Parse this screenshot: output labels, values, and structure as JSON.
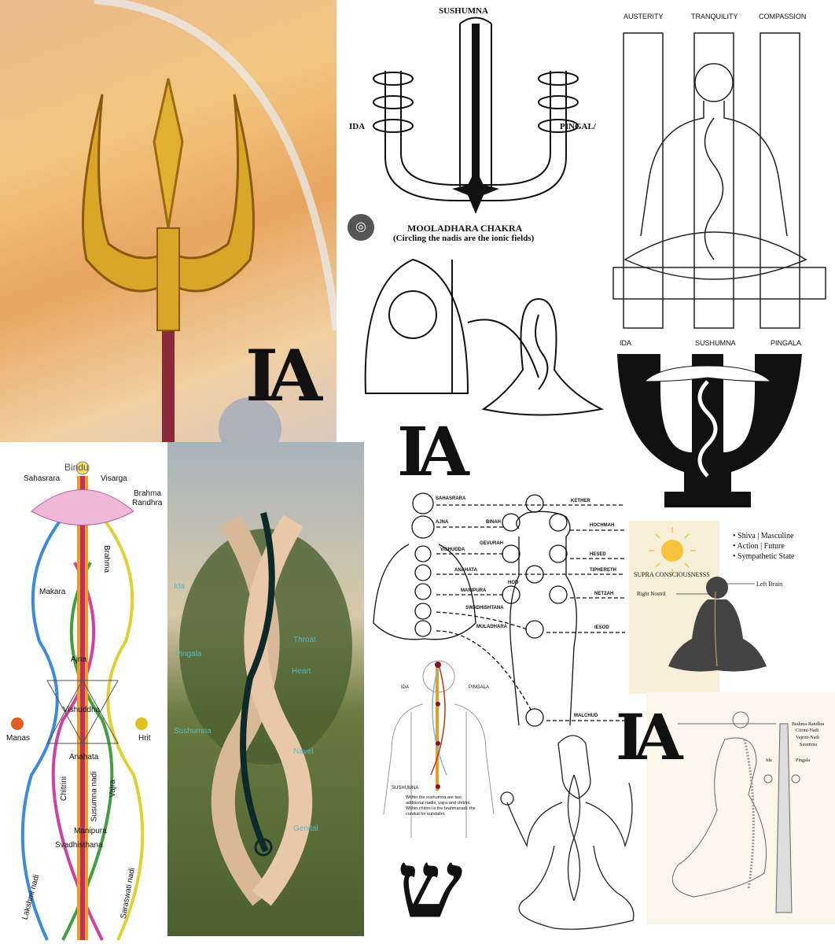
{
  "trident": {
    "logo": "IA"
  },
  "sushumna_diagram": {
    "title": "SUSHUMNA",
    "left": "IDA",
    "right": "PINGAL/",
    "caption1": "MOOLADHARA CHAKRA",
    "caption2": "(Circling the nadis are the ionic fields)"
  },
  "virtues": {
    "labels": [
      "AUSTERITY",
      "TRANQUILITY",
      "COMPASSION"
    ]
  },
  "psi": {
    "labels": [
      "IDA",
      "SUSHUMNA",
      "PINGALA"
    ]
  },
  "logo_mid": "IA",
  "logo_low": "IA",
  "chakra_tree": {
    "left": [
      "SAHASRARA",
      "AJNA",
      "VISHUDDA",
      "ANAHATA",
      "MANIPURA",
      "SWADHISHTANA",
      "MULADHARA"
    ],
    "mid": [
      "BINAH",
      "GEVURAH",
      "HOD"
    ],
    "right": [
      "KETHER",
      "HOCHMAH",
      "HESED",
      "TIPHERETH",
      "NETZAH",
      "IESOD",
      "MALCHUD"
    ]
  },
  "supra": {
    "bullets": [
      "• Shiva | Masculine",
      "• Action | Future",
      "• Sympathetic State"
    ],
    "heading": "SUPRA CONSCIOUSNESSS",
    "left_brain": "Left Brain",
    "right_nostril": "Right Nostril"
  },
  "nadi_chart": {
    "labels": [
      "Bindu",
      "Sahasrara",
      "Visarga",
      "Brahma",
      "Randhra",
      "Makara",
      "Brahma",
      "Ajna",
      "Vishuddha",
      "Manas",
      "Hrit",
      "Anahata",
      "Chitrini",
      "Susumna nadi",
      "Vajra",
      "Manipura",
      "Svadhisthana",
      "Lakshmi nadi",
      "Saraswati nadi"
    ]
  },
  "painting": {
    "labels": [
      "Ida",
      "Pingala",
      "Sushumna",
      "Throat",
      "Heart",
      "Navel",
      "Genital"
    ]
  },
  "body": {
    "ida": "IDA",
    "pingala": "PINGALA",
    "sushumna": "SUSHUMNA",
    "note": "Within the sushumna are two additional nadis, vajra and chitrini. Within chitrini is the brahmanadi: the conduit for kundalini."
  },
  "shin": "ש",
  "right_figure": {
    "labels": [
      "Brahma-Randhra",
      "Citrini-Nadi",
      "Vajrini-Nadi",
      "Susumna",
      "Ida",
      "Pingala"
    ]
  }
}
